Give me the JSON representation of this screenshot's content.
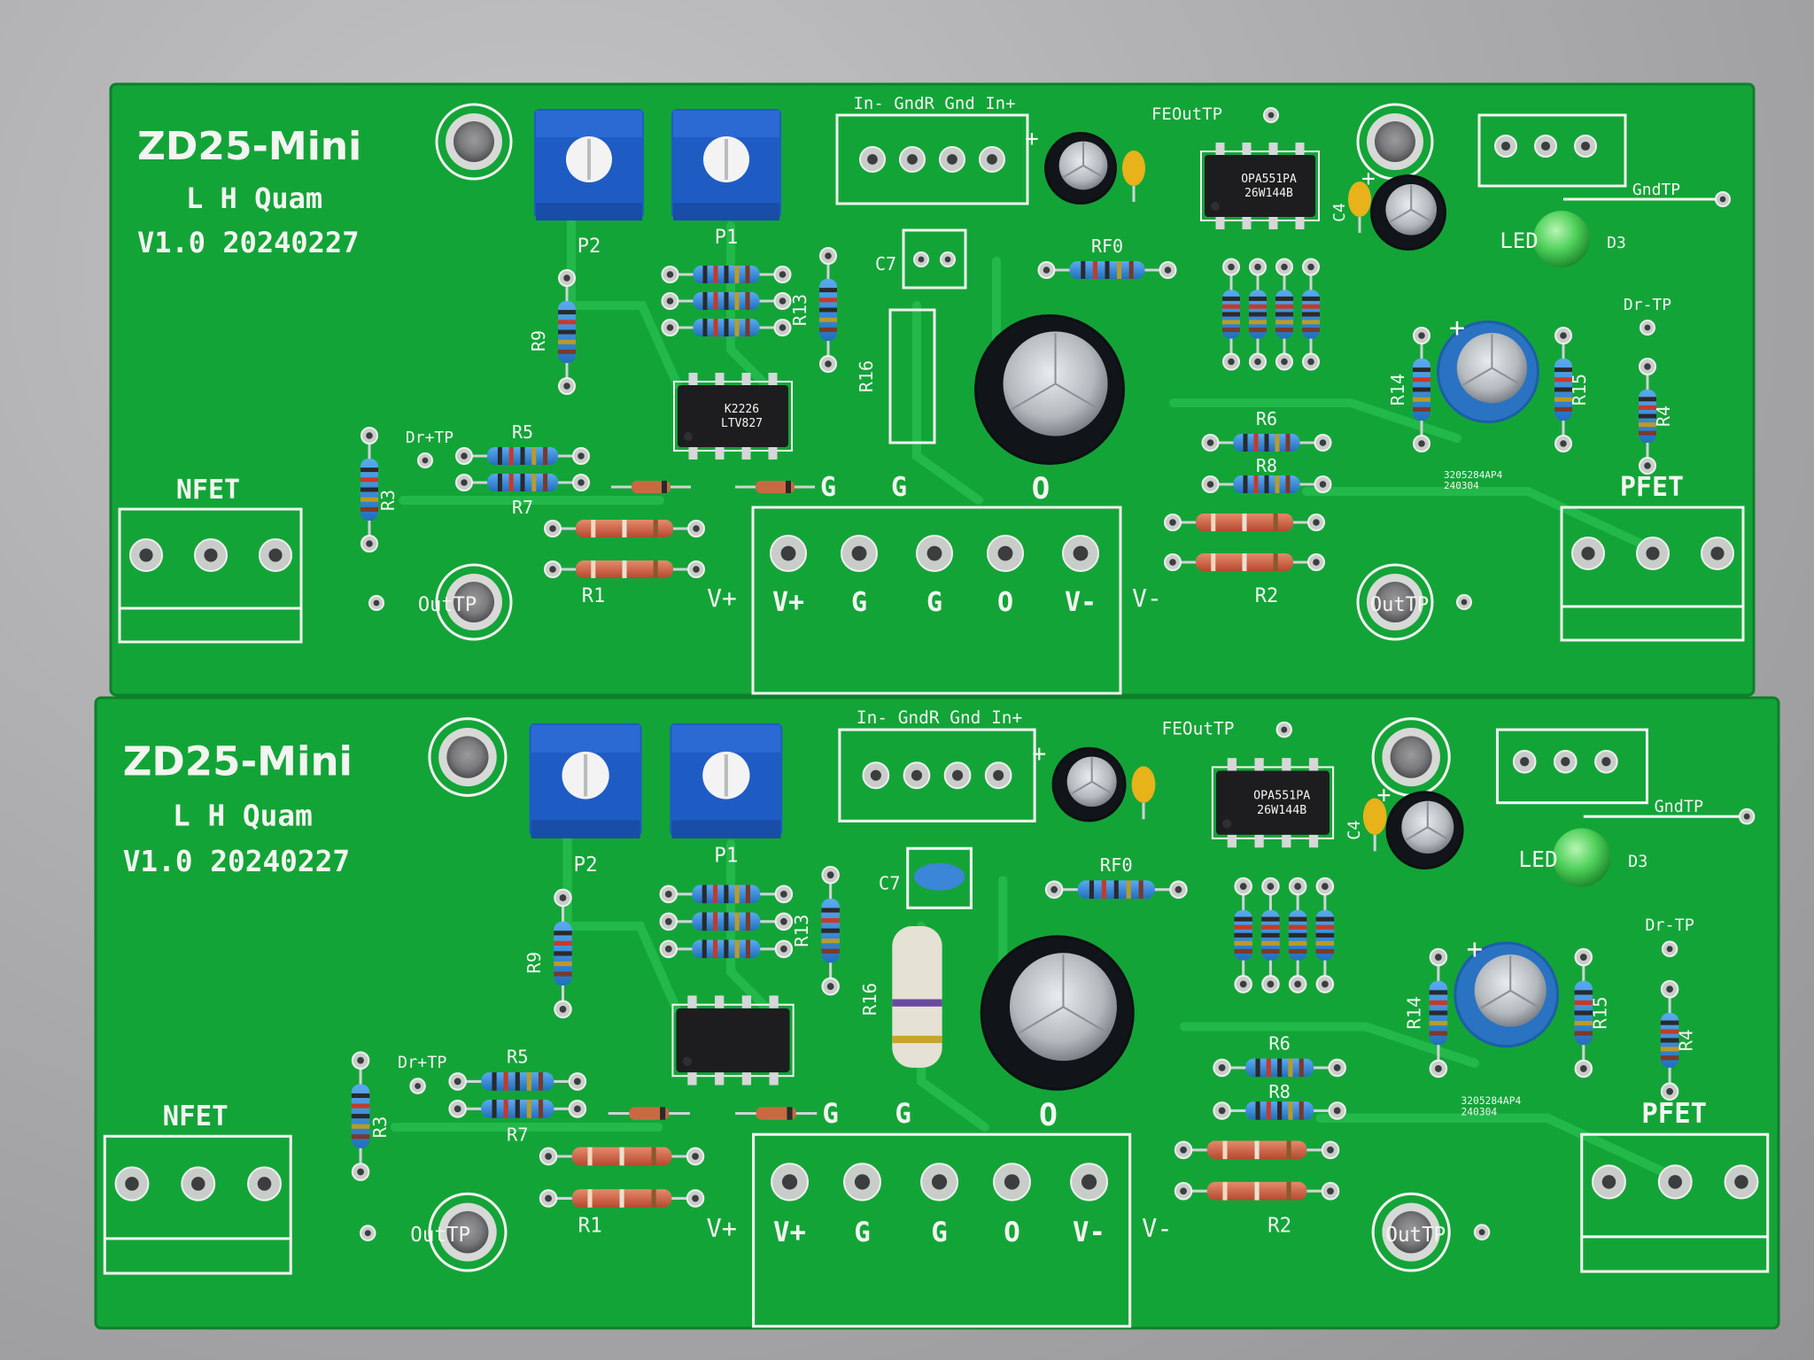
{
  "colors": {
    "pcb": "#13a438",
    "pcb_trace": "#22b84a",
    "silk": "#f3f5f0",
    "pad": "#c9cdc9",
    "trimmer": "#1e5cc4",
    "resistor_body": "#2f86d8",
    "resistor_body_tan": "#d86a4a",
    "ic": "#1d1d1f",
    "cap_yellow": "#e8b21a",
    "led": "#4fd05a",
    "electrolytic": "#111418",
    "blue_cap": "#2a73c2"
  },
  "boards": [
    {
      "id": "top",
      "title": "ZD25-Mini",
      "author": "L H Quam",
      "version": "V1.0 20240227",
      "labels": {
        "p2": "P2",
        "p1": "P1",
        "r9": "R9",
        "r13": "R13",
        "c7": "C7",
        "r16": "R16",
        "rf0": "RF0",
        "c4": "C4",
        "led": "LED",
        "d3": "D3",
        "r14": "R14",
        "r15": "R15",
        "r4": "R4",
        "r6": "R6",
        "r8": "R8",
        "r5": "R5",
        "r7": "R7",
        "r3": "R3",
        "r1": "R1",
        "r2": "R2",
        "nfet": "NFET",
        "pfet": "PFET",
        "dr_plus_tp": "Dr+TP",
        "dr_minus_tp": "Dr-TP",
        "gnd_tp": "GndTP",
        "fe_out_tp": "FEOutTP",
        "out_tp_left": "OutTP",
        "out_tp_right": "OutTP",
        "input_header": "In- GndR Gnd In+",
        "power_header": [
          "V+",
          "G",
          "G",
          "O",
          "V-"
        ],
        "g1": "G",
        "g2": "G",
        "o_top": "O",
        "v_plus_left": "V+",
        "v_minus_right": "V-",
        "ic_opamp": [
          "OPA551PA",
          "26W144B"
        ],
        "ic_opto": [
          "K2226",
          "LTV827"
        ],
        "board_code": [
          "3205284AP4",
          "240304"
        ]
      }
    },
    {
      "id": "bottom",
      "title": "ZD25-Mini",
      "author": "L H Quam",
      "version": "V1.0 20240227",
      "labels": {
        "p2": "P2",
        "p1": "P1",
        "r9": "R9",
        "r13": "R13",
        "c7": "C7",
        "r16": "R16",
        "rf0": "RF0",
        "c4": "C4",
        "led": "LED",
        "d3": "D3",
        "r14": "R14",
        "r15": "R15",
        "r4": "R4",
        "r6": "R6",
        "r8": "R8",
        "r5": "R5",
        "r7": "R7",
        "r3": "R3",
        "r1": "R1",
        "r2": "R2",
        "nfet": "NFET",
        "pfet": "PFET",
        "dr_plus_tp": "Dr+TP",
        "dr_minus_tp": "Dr-TP",
        "gnd_tp": "GndTP",
        "fe_out_tp": "FEOutTP",
        "out_tp_left": "OutTP",
        "out_tp_right": "OutTP",
        "input_header": "In- GndR Gnd In+",
        "power_header": [
          "V+",
          "G",
          "G",
          "O",
          "V-"
        ],
        "g1": "G",
        "g2": "G",
        "o_top": "O",
        "v_plus_left": "V+",
        "v_minus_right": "V-",
        "ic_opamp": [
          "OPA551PA",
          "26W144B"
        ],
        "ic_opto": [],
        "board_code": [
          "3205284AP4",
          "240304"
        ]
      }
    }
  ]
}
